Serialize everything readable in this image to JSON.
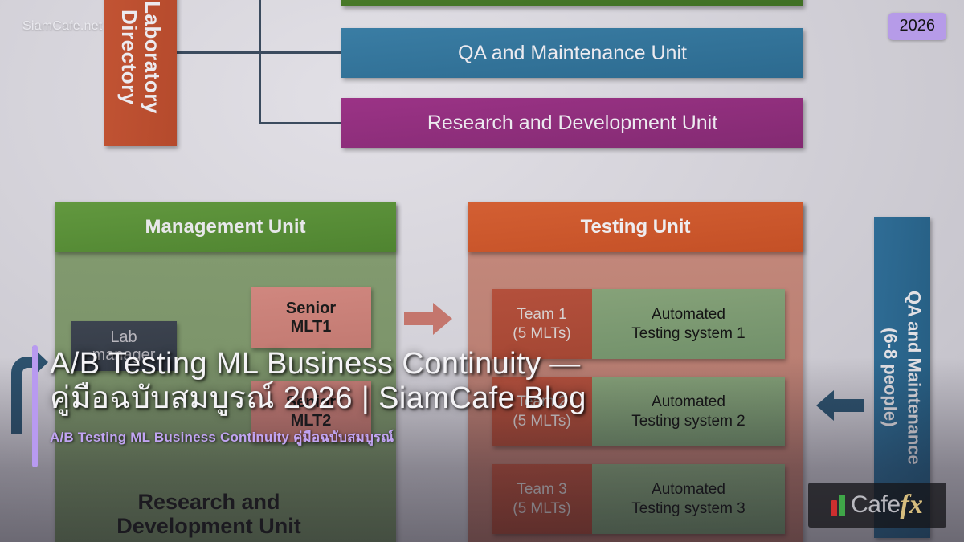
{
  "watermark": "SiamCafe.net",
  "year_badge": "2026",
  "title": "A/B Testing ML Business Continuity — คู่มือฉบับสมบูรณ์ 2026 | SiamCafe Blog",
  "subtitle": "A/B Testing ML Business Continuity คู่มือฉบับสมบูรณ์",
  "logo": {
    "cafe": "Cafe",
    "fx": "fx"
  },
  "colors": {
    "accent_purple": "#b89af0",
    "badge_purple": "#b69be8",
    "green_header": "#4f8430",
    "orange_header": "#c45026",
    "blue_unit": "#2c6a8f",
    "magenta_unit": "#832a72",
    "brick_directory": "#b54a2c",
    "salmon_arrow": "#c4766d",
    "navy_arrow": "#2c526e",
    "connector_line": "#3b4b5e",
    "logo_gold": "#d6bd7e",
    "logo_red": "#cc2f2f",
    "logo_green": "#3fa648"
  },
  "org_chart": {
    "root_label": "Laboratory\nDirectory",
    "units": [
      {
        "label": "",
        "color": "#3f6f24"
      },
      {
        "label": "QA and Maintenance Unit",
        "color": "#2c6a8f"
      },
      {
        "label": "Research and Development Unit",
        "color": "#832a72"
      }
    ]
  },
  "management_unit": {
    "header": "Management Unit",
    "lab_manager": "Lab\nmanager",
    "senior_mlt1": "Senior\nMLT1",
    "senior_mlt2": "Senior\nMLT2",
    "footer_label": "Research and\nDevelopment Unit"
  },
  "testing_unit": {
    "header": "Testing Unit",
    "rows": [
      {
        "team": "Team 1\n(5 MLTs)",
        "system": "Automated\nTesting system 1"
      },
      {
        "team": "Team 2\n(5 MLTs)",
        "system": "Automated\nTesting system 2"
      },
      {
        "team": "Team 3\n(5 MLTs)",
        "system": "Automated\nTesting system 3"
      }
    ]
  },
  "qa_maintenance": {
    "label": "QA and Maintenance\n(6-8 people)"
  }
}
